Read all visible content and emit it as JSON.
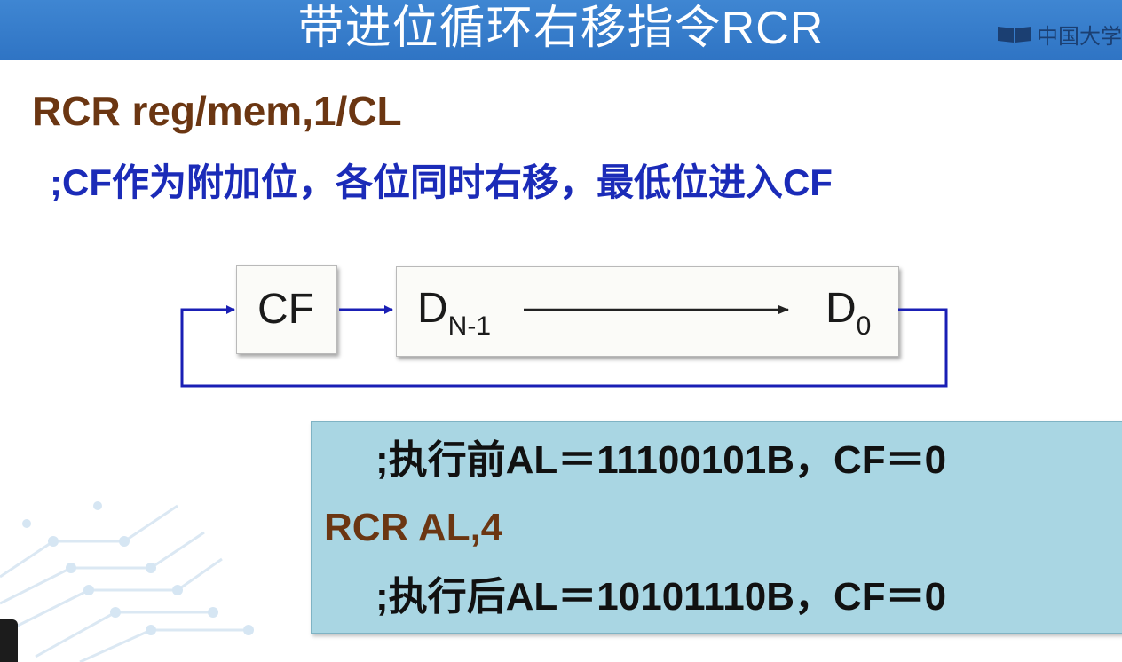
{
  "header": {
    "title": "带进位循环右移指令RCR",
    "logo_text": "中国大学"
  },
  "syntax": "RCR reg/mem,1/CL",
  "description": ";CF作为附加位，各位同时右移，最低位进入CF",
  "diagram": {
    "cf_label": "CF",
    "msb_label": "D",
    "msb_sub": "N-1",
    "lsb_label": "D",
    "lsb_sub": "0",
    "loop_color": "#1a1fb5"
  },
  "example": {
    "line1": ";执行前AL＝11100101B，CF＝0",
    "line2": "RCR AL,4",
    "line3": ";执行后AL＝10101110B，CF＝0"
  },
  "colors": {
    "header_bg": "#3580cc",
    "syntax": "#6b3612",
    "description": "#1b2bb8",
    "example_bg": "#a9d6e3"
  }
}
